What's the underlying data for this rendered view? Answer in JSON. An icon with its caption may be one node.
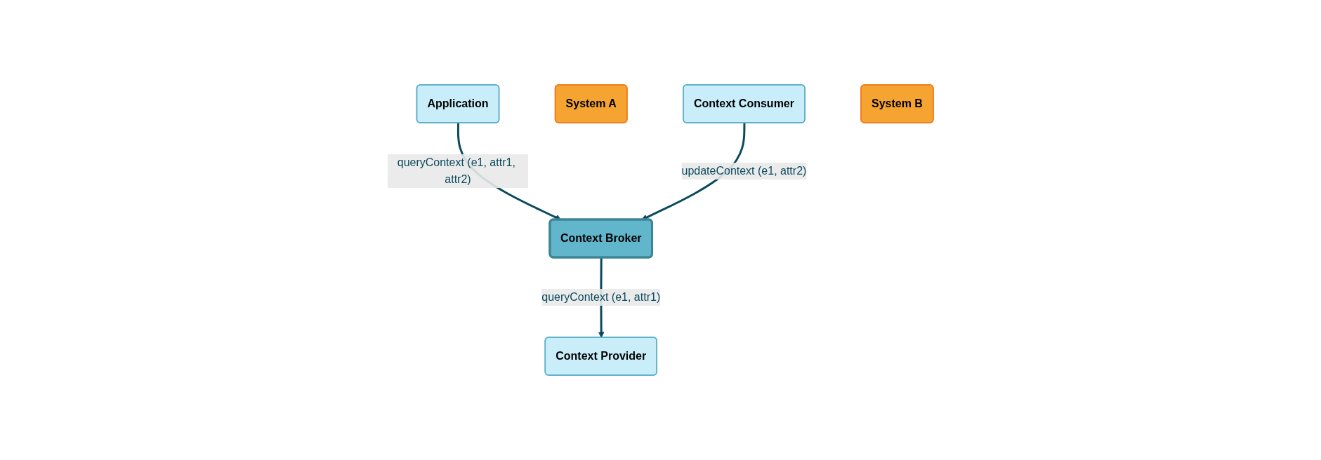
{
  "diagram": {
    "nodes": [
      {
        "text": [
          "Application"
        ]
      },
      {
        "text": [
          "Context Broker"
        ]
      },
      {
        "text": [
          "Context Provider"
        ]
      },
      {
        "text": [
          "System A"
        ]
      },
      {
        "text": [
          "Context Consumer"
        ]
      },
      {
        "text": [
          "System B"
        ]
      }
    ],
    "edges": [
      {
        "from": 0,
        "to": 1,
        "arrow": "to",
        "label": "queryContext (e1, attr1, attr2)"
      },
      {
        "from": 1,
        "to": 2,
        "arrow": "to",
        "label": "queryContext (e1, attr1)"
      },
      {
        "from": 4,
        "to": 1,
        "arrow": "to",
        "label": "updateContext (e1, attr2)"
      }
    ]
  }
}
